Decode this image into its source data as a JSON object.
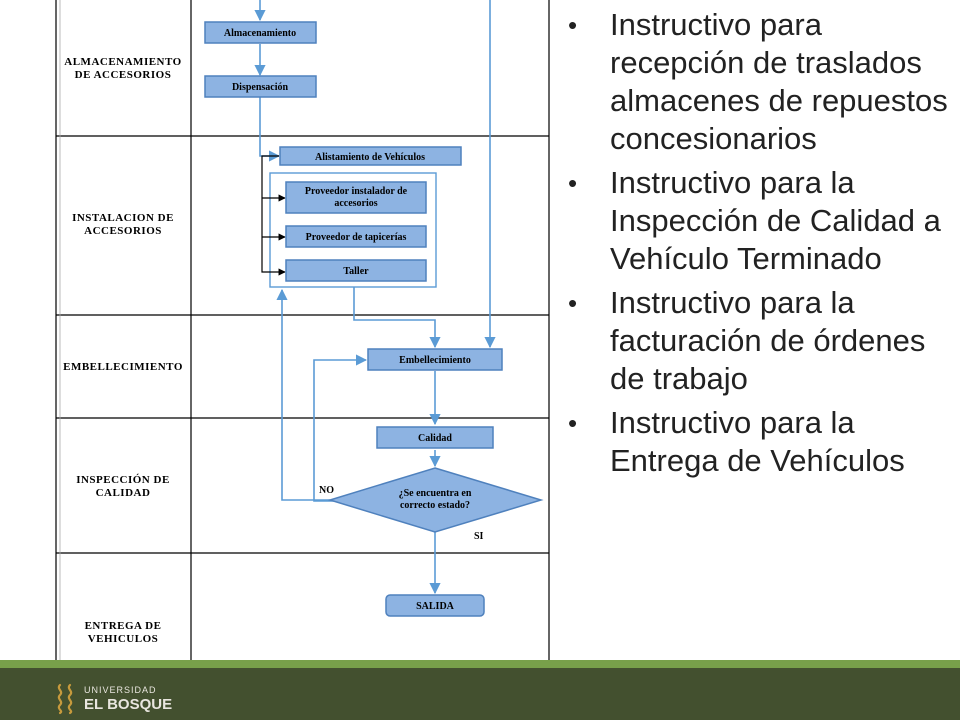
{
  "lanes": [
    {
      "label_lines": [
        "ALMACENAMIENTO",
        "DE ACCESORIOS"
      ]
    },
    {
      "label_lines": [
        "INSTALACION DE",
        "ACCESORIOS"
      ]
    },
    {
      "label_lines": [
        "EMBELLECIMIENTO"
      ]
    },
    {
      "label_lines": [
        "INSPECCIÓN DE",
        "CALIDAD"
      ]
    },
    {
      "label_lines": [
        "ENTREGA DE",
        "VEHICULOS"
      ]
    }
  ],
  "boxes": {
    "almacenamiento": "Almacenamiento",
    "dispensacion": "Dispensación",
    "alistamiento": "Alistamiento de Vehículos",
    "proveedor_instalador_1": "Proveedor instalador de",
    "proveedor_instalador_2": "accesorios",
    "proveedor_tapicerias": "Proveedor de tapicerías",
    "taller": "Taller",
    "embellecimiento": "Embellecimiento",
    "calidad": "Calidad",
    "decision_1": "¿Se encuentra en",
    "decision_2": "correcto estado?",
    "salida": "SALIDA"
  },
  "flags": {
    "no": "NO",
    "si": "SI"
  },
  "bullets": [
    "Instructivo para recepción de traslados almacenes de repuestos concesionarios",
    "Instructivo para la Inspección de Calidad a Vehículo Terminado",
    "Instructivo para la facturación de órdenes de trabajo",
    "Instructivo para la Entrega de Vehículos"
  ],
  "logo": {
    "line1": "UNIVERSIDAD",
    "line2": "EL BOSQUE"
  },
  "colors": {
    "box_fill": "#8db3e2",
    "box_stroke": "#4f81bd",
    "connector": "#5b9bd5",
    "footer": "#43502f",
    "footer_stripe": "#78a04a"
  }
}
